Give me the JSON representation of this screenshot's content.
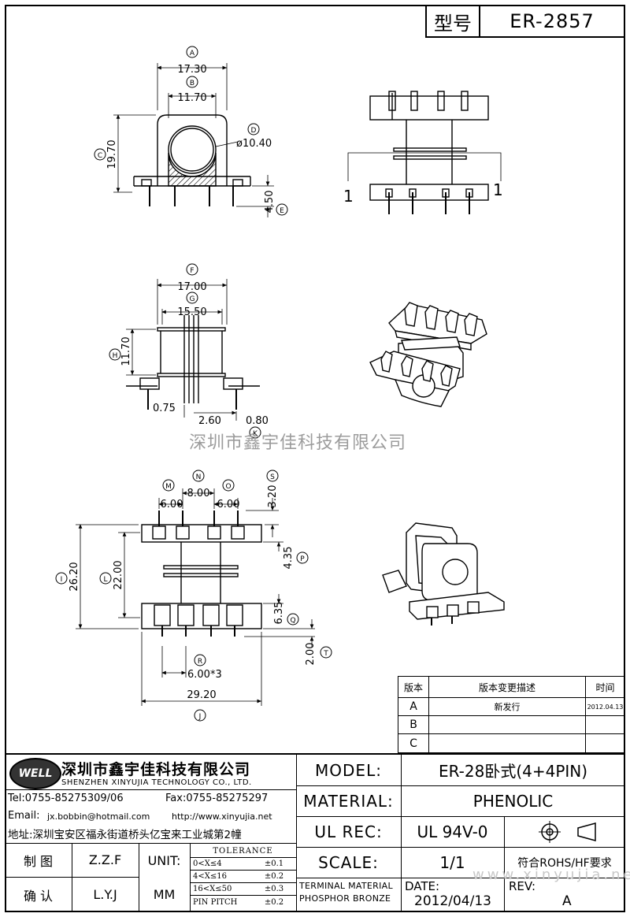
{
  "header": {
    "type_label": "型号",
    "model_code": "ER-2857"
  },
  "watermark": "深圳市鑫宇佳科技有限公司",
  "url_watermark": "www.xinyujia.net",
  "dimensions": {
    "top_view": {
      "A": "17.30",
      "B": "11.70",
      "C": "19.70",
      "D": "ø10.40",
      "E": "4.50",
      "A_tag": "A",
      "B_tag": "B",
      "C_tag": "C",
      "D_tag": "D",
      "E_tag": "E"
    },
    "side_view": {
      "F": "17.00",
      "G": "15.50",
      "H": "11.70",
      "d1": "0.75",
      "d2": "2.60",
      "K": "0.80",
      "F_tag": "F",
      "G_tag": "G",
      "H_tag": "H",
      "K_tag": "K"
    },
    "bottom_view": {
      "M": "6.00",
      "N": "8.00",
      "O": "6.00",
      "S": "3.20",
      "I": "26.20",
      "L": "22.00",
      "P": "4.35",
      "Q": "6.35",
      "T": "2.00",
      "R": "6.00*3",
      "J": "29.20",
      "M_tag": "M",
      "N_tag": "N",
      "O_tag": "O",
      "S_tag": "S",
      "I_tag": "I",
      "L_tag": "L",
      "P_tag": "P",
      "Q_tag": "Q",
      "T_tag": "T",
      "R_tag": "R",
      "J_tag": "J"
    },
    "front_view": {
      "pin1_left": "1",
      "pin1_right": "1"
    }
  },
  "revision_table": {
    "headers": [
      "版本",
      "版本变更描述",
      "时间"
    ],
    "rows": [
      {
        "rev": "A",
        "desc": "新发行",
        "date": "2012.04.13"
      },
      {
        "rev": "B",
        "desc": "",
        "date": ""
      },
      {
        "rev": "C",
        "desc": "",
        "date": ""
      }
    ]
  },
  "company": {
    "logo_text": "WELL",
    "name_cn": "深圳市鑫宇佳科技有限公司",
    "name_en": "SHENZHEN XINYUJIA TECHNOLOGY CO., LTD.",
    "tel": "Tel:0755-85275309/06",
    "fax": "Fax:0755-85275297",
    "email_label": "Email:",
    "email": "jx.bobbin@hotmail.com",
    "website": "http://www.xinyujia.net",
    "address": "地址:深圳宝安区福永街道桥头亿宝来工业城第2幢"
  },
  "title_block": {
    "model_label": "MODEL:",
    "model_value": "ER-28卧式(4+4PIN)",
    "material_label": "MATERIAL:",
    "material_value": "PHENOLIC",
    "ulrec_label": "UL REC:",
    "ulrec_value": "UL 94V-0",
    "scale_label": "SCALE:",
    "scale_value": "1/1",
    "rohs": "符合ROHS/HF要求",
    "terminal_material_1": "TERMINAL MATERIAL",
    "terminal_material_2": "PHOSPHOR BRONZE",
    "date_label": "DATE:",
    "date_value": "2012/04/13",
    "rev_label": "REV:",
    "rev_value": "A",
    "draw_label": "制 图",
    "draw_value": "Z.Z.F",
    "check_label": "确 认",
    "check_value": "L.Y.J",
    "unit_label": "UNIT:",
    "unit_value": "MM",
    "tolerance_title": "TOLERANCE",
    "tolerances": [
      {
        "range": "0<X≤4",
        "tol": "±0.1"
      },
      {
        "range": "4<X≤16",
        "tol": "±0.2"
      },
      {
        "range": "16<X≤50",
        "tol": "±0.3"
      },
      {
        "range": "PIN PITCH",
        "tol": "±0.2"
      }
    ]
  }
}
